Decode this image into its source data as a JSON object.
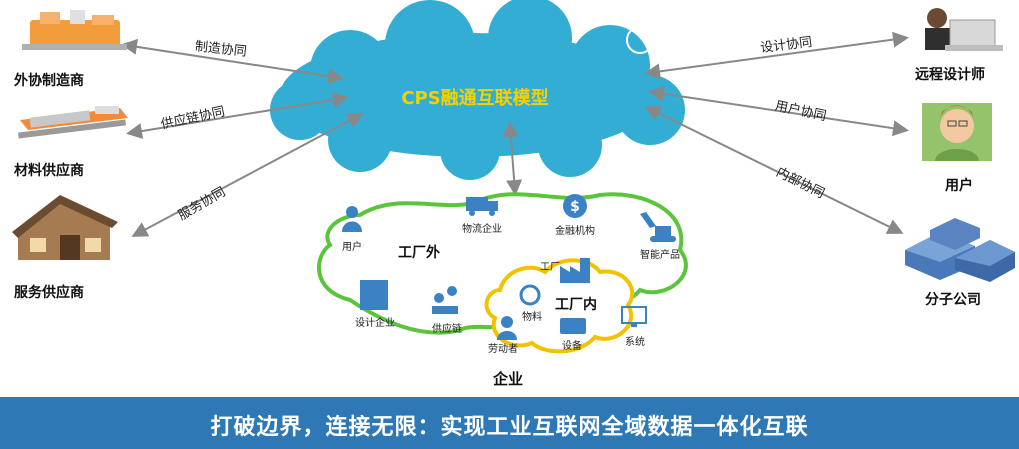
{
  "cloud": {
    "title": "CPS融通互联模型"
  },
  "left_nodes": [
    {
      "label": "外协制造商",
      "edge": "制造协同"
    },
    {
      "label": "材料供应商",
      "edge": "供应链协同"
    },
    {
      "label": "服务供应商",
      "edge": "服务协同"
    }
  ],
  "right_nodes": [
    {
      "label": "远程设计师",
      "edge": "设计协同"
    },
    {
      "label": "用户",
      "edge": "用户协同"
    },
    {
      "label": "分子公司",
      "edge": "内部协同"
    }
  ],
  "enterprise": {
    "label": "企业",
    "outside_label": "工厂外",
    "inside_label": "工厂内",
    "outside_items": [
      "用户",
      "物流企业",
      "金融机构",
      "智能产品",
      "设计企业",
      "供应链"
    ],
    "inside_items": [
      "工厂",
      "物料",
      "劳动者",
      "设备",
      "系统"
    ]
  },
  "banner": "打破边界，连接无限：实现工业互联网全域数据一体化互联",
  "colors": {
    "cloud": "#34add4",
    "banner": "#2e79b5",
    "green_loop": "#5cc43c",
    "yellow_loop": "#f2c200",
    "title": "#f5d000"
  }
}
